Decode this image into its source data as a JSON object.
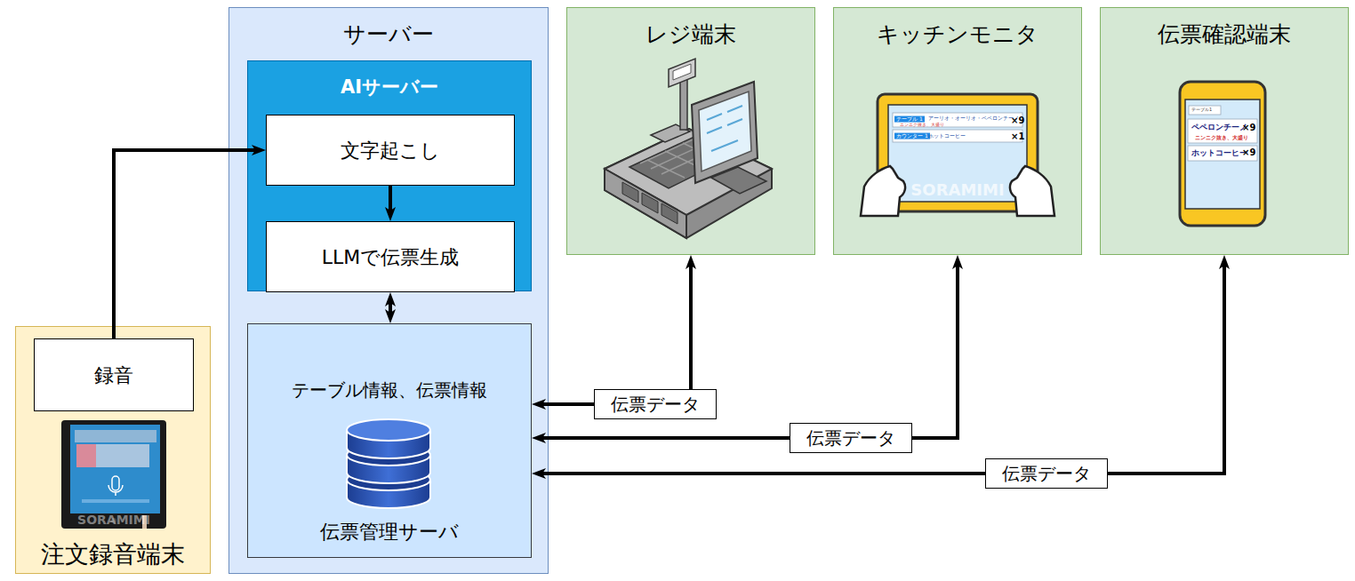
{
  "diagram": {
    "nodes": [
      {
        "text": [
          "サーバー"
        ]
      },
      {
        "text": [
          "AIサーバー"
        ],
        "in": 0
      },
      {
        "text": [
          "文字起こし"
        ],
        "in": 1
      },
      {
        "text": [
          "LLMで伝票生成"
        ],
        "in": 1
      },
      {
        "text": [
          "テーブル情報、伝票情報",
          "伝票管理サーバ"
        ],
        "in": 0
      },
      {
        "text": [
          "レジ端末"
        ]
      },
      {
        "text": [
          "キッチンモニタ"
        ]
      },
      {
        "text": [
          "伝票確認端末"
        ]
      },
      {
        "text": [
          "注文録音端末"
        ]
      },
      {
        "text": [
          "録音"
        ],
        "in": 8
      }
    ],
    "edges": [
      {
        "from": 9,
        "to": 2,
        "arrow": "to"
      },
      {
        "from": 2,
        "to": 3,
        "arrow": "to"
      },
      {
        "from": 3,
        "to": 4,
        "arrow": "both"
      },
      {
        "from": 5,
        "to": 4,
        "label": "伝票データ",
        "arrow": "both"
      },
      {
        "from": 6,
        "to": 4,
        "label": "伝票データ",
        "arrow": "both"
      },
      {
        "from": 7,
        "to": 4,
        "label": "伝票データ",
        "arrow": "both"
      }
    ],
    "labels": [
      "テーブル 1",
      "アーリオ・オーリオ・ペペロンチーノ",
      "×9",
      "ニンニク抜き、大盛り",
      "カウンター 1",
      "ホットコーヒー",
      "×1",
      "SORAMIMI",
      "テーブル1",
      "ペペロンチーノ",
      "×9",
      "ニンニク抜き、大盛り",
      "ホットコーヒー",
      "×9",
      "SORAMIMI"
    ]
  }
}
